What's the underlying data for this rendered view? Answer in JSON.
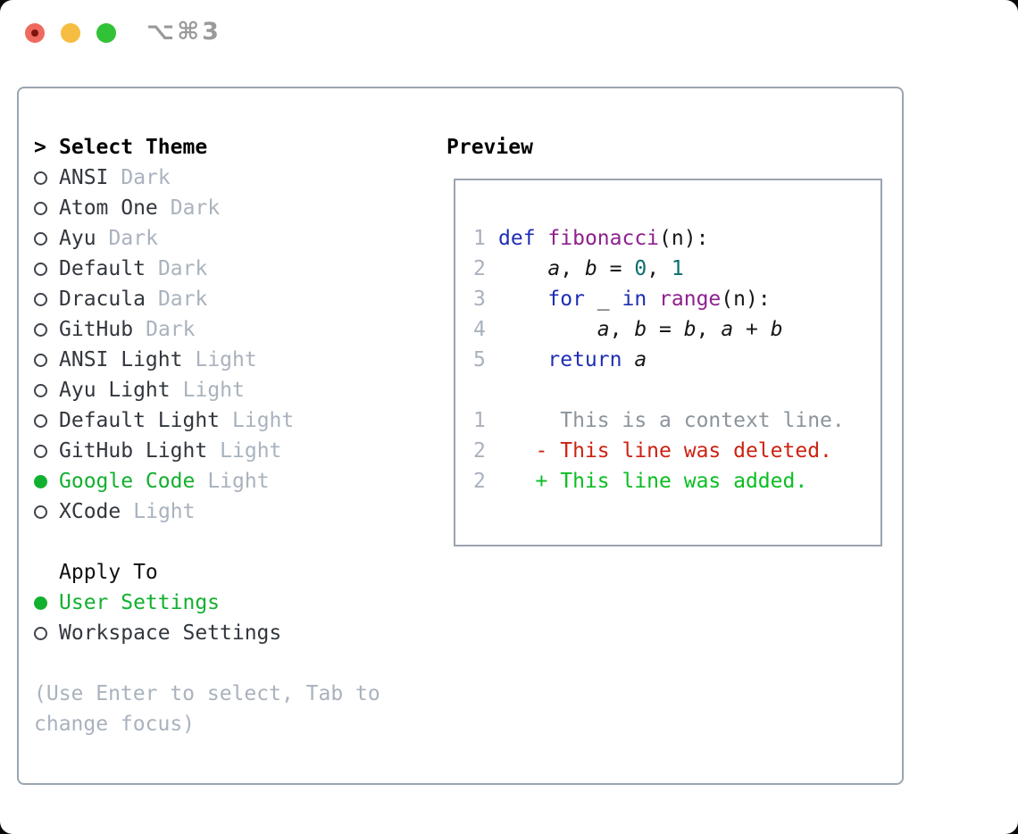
{
  "window": {
    "shortcut_label": "⌥⌘3"
  },
  "colors": {
    "accent_green": "#12b02f",
    "muted_gray": "#a9b2be",
    "item_text": "#32373e",
    "border_gray": "#9aa4b0",
    "keyword_blue": "#1e2db4",
    "function_purple": "#8e208e",
    "literal_teal": "#0a6e6e",
    "line_number_gray": "#a8b1bd",
    "context_gray": "#8b949c",
    "diff_red": "#cc2211",
    "diff_green": "#0abe22",
    "traffic_red": "#ee6a5f",
    "traffic_yellow": "#f5bd41",
    "traffic_green": "#31c237"
  },
  "theme_list": {
    "marker": ">",
    "header": "Select Theme",
    "items": [
      {
        "label": "ANSI",
        "variant": "Dark",
        "selected": false
      },
      {
        "label": "Atom One",
        "variant": "Dark",
        "selected": false
      },
      {
        "label": "Ayu",
        "variant": "Dark",
        "selected": false
      },
      {
        "label": "Default",
        "variant": "Dark",
        "selected": false
      },
      {
        "label": "Dracula",
        "variant": "Dark",
        "selected": false
      },
      {
        "label": "GitHub",
        "variant": "Dark",
        "selected": false
      },
      {
        "label": "ANSI Light",
        "variant": "Light",
        "selected": false
      },
      {
        "label": "Ayu Light",
        "variant": "Light",
        "selected": false
      },
      {
        "label": "Default Light",
        "variant": "Light",
        "selected": false
      },
      {
        "label": "GitHub Light",
        "variant": "Light",
        "selected": false
      },
      {
        "label": "Google Code",
        "variant": "Light",
        "selected": true
      },
      {
        "label": "XCode",
        "variant": "Light",
        "selected": false
      }
    ]
  },
  "apply_to": {
    "header": "Apply To",
    "options": [
      {
        "label": "User Settings",
        "selected": true
      },
      {
        "label": "Workspace Settings",
        "selected": false
      }
    ]
  },
  "help": {
    "line1": "(Use Enter to select, Tab to",
    "line2": "change focus)"
  },
  "preview": {
    "header": "Preview",
    "code_lines": [
      {
        "num": "1",
        "tokens": [
          {
            "type": "keyword",
            "text": "def"
          },
          {
            "type": "plain",
            "text": " "
          },
          {
            "type": "function",
            "text": "fibonacci"
          },
          {
            "type": "plain",
            "text": "(n):"
          }
        ]
      },
      {
        "num": "2",
        "tokens": [
          {
            "type": "plain",
            "text": "    "
          },
          {
            "type": "variable",
            "text": "a"
          },
          {
            "type": "plain",
            "text": ", "
          },
          {
            "type": "variable",
            "text": "b"
          },
          {
            "type": "plain",
            "text": " = "
          },
          {
            "type": "literal",
            "text": "0"
          },
          {
            "type": "plain",
            "text": ", "
          },
          {
            "type": "literal",
            "text": "1"
          }
        ]
      },
      {
        "num": "3",
        "tokens": [
          {
            "type": "plain",
            "text": "    "
          },
          {
            "type": "keyword",
            "text": "for"
          },
          {
            "type": "plain",
            "text": " _ "
          },
          {
            "type": "keyword",
            "text": "in"
          },
          {
            "type": "plain",
            "text": " "
          },
          {
            "type": "function",
            "text": "range"
          },
          {
            "type": "plain",
            "text": "(n):"
          }
        ]
      },
      {
        "num": "4",
        "tokens": [
          {
            "type": "plain",
            "text": "        "
          },
          {
            "type": "variable",
            "text": "a"
          },
          {
            "type": "plain",
            "text": ", "
          },
          {
            "type": "variable",
            "text": "b"
          },
          {
            "type": "plain",
            "text": " = "
          },
          {
            "type": "variable",
            "text": "b"
          },
          {
            "type": "plain",
            "text": ", "
          },
          {
            "type": "variable",
            "text": "a"
          },
          {
            "type": "plain",
            "text": " + "
          },
          {
            "type": "variable",
            "text": "b"
          }
        ]
      },
      {
        "num": "5",
        "tokens": [
          {
            "type": "plain",
            "text": "    "
          },
          {
            "type": "keyword",
            "text": "return"
          },
          {
            "type": "plain",
            "text": " "
          },
          {
            "type": "variable",
            "text": "a"
          }
        ]
      }
    ],
    "diff_lines": [
      {
        "num": "1",
        "indent": "     ",
        "marker": "",
        "text": "This is a context line.",
        "kind": "context"
      },
      {
        "num": "2",
        "indent": "   ",
        "marker": "- ",
        "text": "This line was deleted.",
        "kind": "deleted"
      },
      {
        "num": "2",
        "indent": "   ",
        "marker": "+ ",
        "text": "This line was added.",
        "kind": "added"
      }
    ]
  }
}
